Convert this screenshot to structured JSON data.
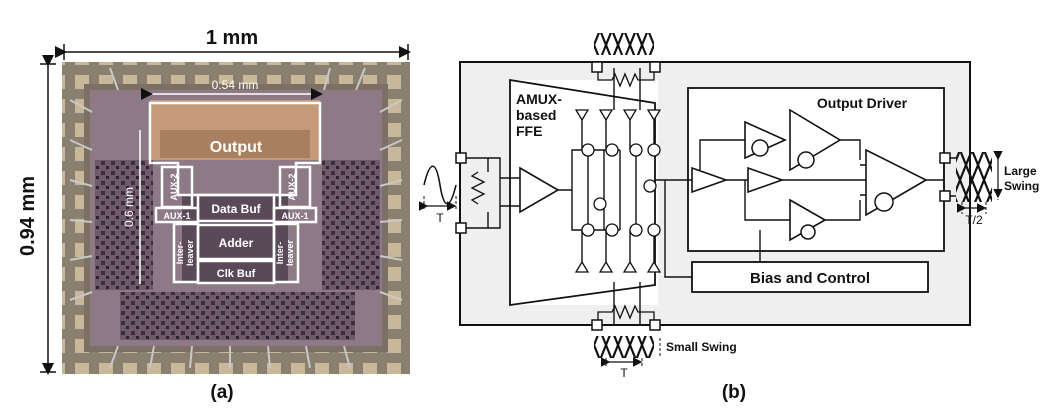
{
  "figure_a": {
    "caption": "(a)",
    "width_dim": "1 mm",
    "height_dim": "0.94 mm",
    "inner_width_dim": "0.54 mm",
    "inner_height_dim": "0.6 mm",
    "blocks": {
      "output": "Output",
      "aux2_left": "AUX-2",
      "aux2_right": "AUX-2",
      "aux1_left": "AUX-1",
      "aux1_right": "AUX-1",
      "data_buf": "Data Buf",
      "adder": "Adder",
      "clk_buf": "Clk Buf",
      "interleaver_left_line1": "Inter-",
      "interleaver_left_line2": "leaver",
      "interleaver_right_line1": "Inter-",
      "interleaver_right_line2": "leaver"
    }
  },
  "figure_b": {
    "caption": "(b)",
    "amux_line1": "AMUX-",
    "amux_line2": "based",
    "amux_line3": "FFE",
    "output_driver": "Output Driver",
    "bias_control": "Bias and Control",
    "large_swing_line1": "Large",
    "large_swing_line2": "Swing",
    "small_swing": "Small Swing",
    "period_in": "T",
    "period_bottom": "T",
    "period_out": "T/2"
  }
}
